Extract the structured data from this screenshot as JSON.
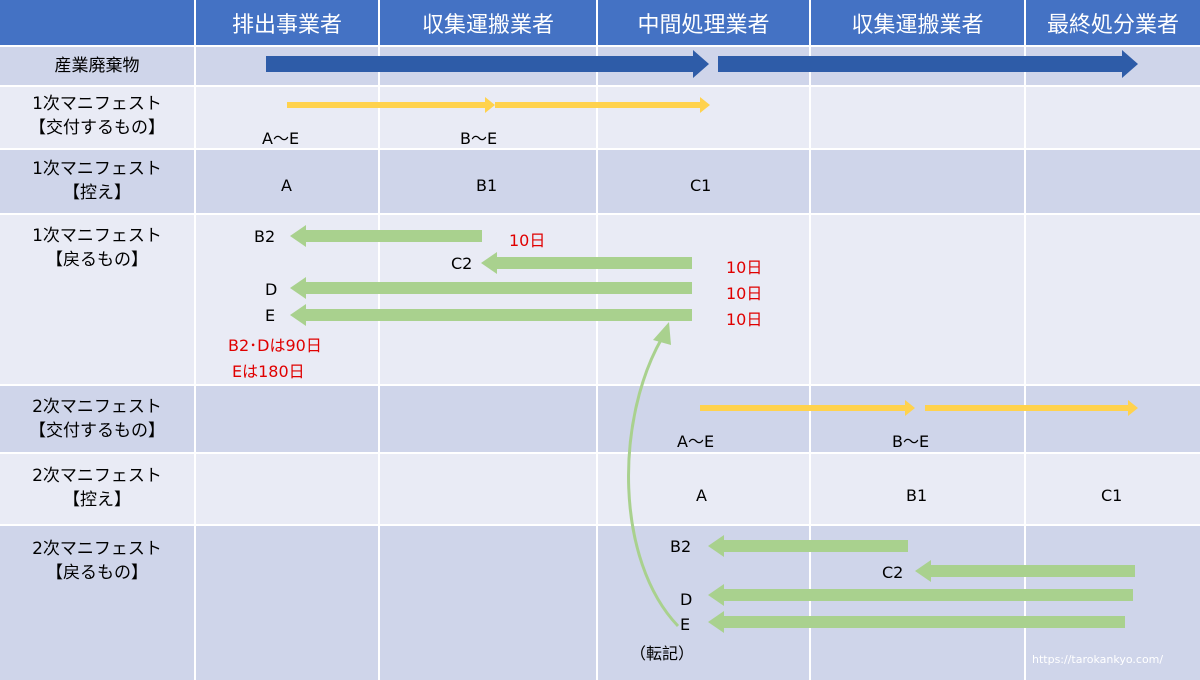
{
  "columns": [
    "排出事業者",
    "収集運搬業者",
    "中間処理業者",
    "収集運搬業者",
    "最終処分業者"
  ],
  "rows": {
    "r0": "産業廃棄物",
    "r1": [
      "1次マニフェスト",
      "【交付するもの】"
    ],
    "r2": [
      "1次マニフェスト",
      "【控え】"
    ],
    "r3": [
      "1次マニフェスト",
      "【戻るもの】"
    ],
    "r4": [
      "2次マニフェスト",
      "【交付するもの】"
    ],
    "r5": [
      "2次マニフェスト",
      "【控え】"
    ],
    "r6": [
      "2次マニフェスト",
      "【戻るもの】"
    ]
  },
  "first_manifest": {
    "issued": [
      "A〜E",
      "B〜E"
    ],
    "copies": [
      "A",
      "B1",
      "C1"
    ],
    "returned": [
      "B2",
      "C2",
      "D",
      "E"
    ],
    "days": [
      "10日",
      "10日",
      "10日",
      "10日"
    ],
    "notes": [
      "B2･Dは90日",
      "Eは180日"
    ]
  },
  "second_manifest": {
    "issued": [
      "A〜E",
      "B〜E"
    ],
    "copies": [
      "A",
      "B1",
      "C1"
    ],
    "returned": [
      "B2",
      "C2",
      "D",
      "E"
    ]
  },
  "transcribe_note": "（転記）",
  "url": "https://tarokankyo.com/",
  "colors": {
    "header": "#4472c4",
    "row_dark": "#cfd5ea",
    "row_light": "#e9ebf5",
    "waste_arrow": "#2e5ca8",
    "issue_arrow": "#ffd24d",
    "return_arrow": "#a9d18e",
    "deadline_text": "#e00000"
  }
}
